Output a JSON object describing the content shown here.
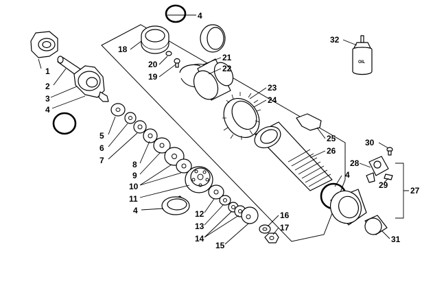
{
  "diagram": {
    "callouts": [
      {
        "id": "c1",
        "label": "1"
      },
      {
        "id": "c2",
        "label": "2"
      },
      {
        "id": "c3",
        "label": "3"
      },
      {
        "id": "c4a",
        "label": "4"
      },
      {
        "id": "c4b",
        "label": "4"
      },
      {
        "id": "c4c",
        "label": "4"
      },
      {
        "id": "c4d",
        "label": "4"
      },
      {
        "id": "c5",
        "label": "5"
      },
      {
        "id": "c6",
        "label": "6"
      },
      {
        "id": "c7",
        "label": "7"
      },
      {
        "id": "c8",
        "label": "8"
      },
      {
        "id": "c9",
        "label": "9"
      },
      {
        "id": "c10",
        "label": "10"
      },
      {
        "id": "c11",
        "label": "11"
      },
      {
        "id": "c12",
        "label": "12"
      },
      {
        "id": "c13",
        "label": "13"
      },
      {
        "id": "c14",
        "label": "14"
      },
      {
        "id": "c15",
        "label": "15"
      },
      {
        "id": "c16",
        "label": "16"
      },
      {
        "id": "c17",
        "label": "17"
      },
      {
        "id": "c18",
        "label": "18"
      },
      {
        "id": "c19",
        "label": "19"
      },
      {
        "id": "c20",
        "label": "20"
      },
      {
        "id": "c21",
        "label": "21"
      },
      {
        "id": "c22",
        "label": "22"
      },
      {
        "id": "c23",
        "label": "23"
      },
      {
        "id": "c24",
        "label": "24"
      },
      {
        "id": "c25",
        "label": "25"
      },
      {
        "id": "c26",
        "label": "26"
      },
      {
        "id": "c27",
        "label": "27"
      },
      {
        "id": "c28",
        "label": "28"
      },
      {
        "id": "c29",
        "label": "29"
      },
      {
        "id": "c30",
        "label": "30"
      },
      {
        "id": "c31",
        "label": "31"
      },
      {
        "id": "c32",
        "label": "32"
      }
    ],
    "bottle_text": "OIL"
  }
}
